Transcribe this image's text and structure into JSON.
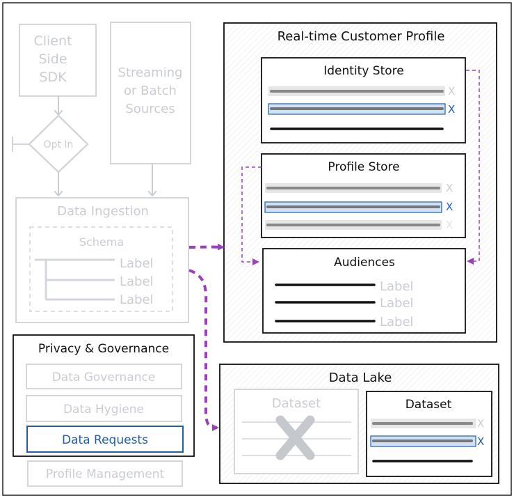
{
  "sources": {
    "client_sdk": [
      "Client",
      "Side",
      "SDK"
    ],
    "streaming": [
      "Streaming",
      "or Batch",
      "Sources"
    ],
    "opt_in": "Opt In"
  },
  "ingestion": {
    "title": "Data Ingestion",
    "schema": "Schema",
    "labels": [
      "Label",
      "Label",
      "Label"
    ]
  },
  "privacy": {
    "title": "Privacy & Governance",
    "items": [
      "Data Governance",
      "Data Hygiene",
      "Data Requests"
    ],
    "profile_management": "Profile Management"
  },
  "rtcp": {
    "title": "Real-time Customer Profile",
    "identity_store": {
      "title": "Identity Store",
      "marks": [
        "X",
        "X"
      ]
    },
    "profile_store": {
      "title": "Profile Store",
      "marks": [
        "X",
        "X",
        "X"
      ]
    },
    "audiences": {
      "title": "Audiences",
      "labels": [
        "Label",
        "Label",
        "Label"
      ]
    }
  },
  "data_lake": {
    "title": "Data Lake",
    "dataset_faded": "Dataset",
    "dataset": {
      "title": "Dataset",
      "marks": [
        "X",
        "X"
      ]
    }
  },
  "colors": {
    "faded": "#d3d7dc",
    "dark": "#111111",
    "blue": "#1f5fa8",
    "purple": "#9b3fbf",
    "highlight": "#cfe2f6"
  }
}
